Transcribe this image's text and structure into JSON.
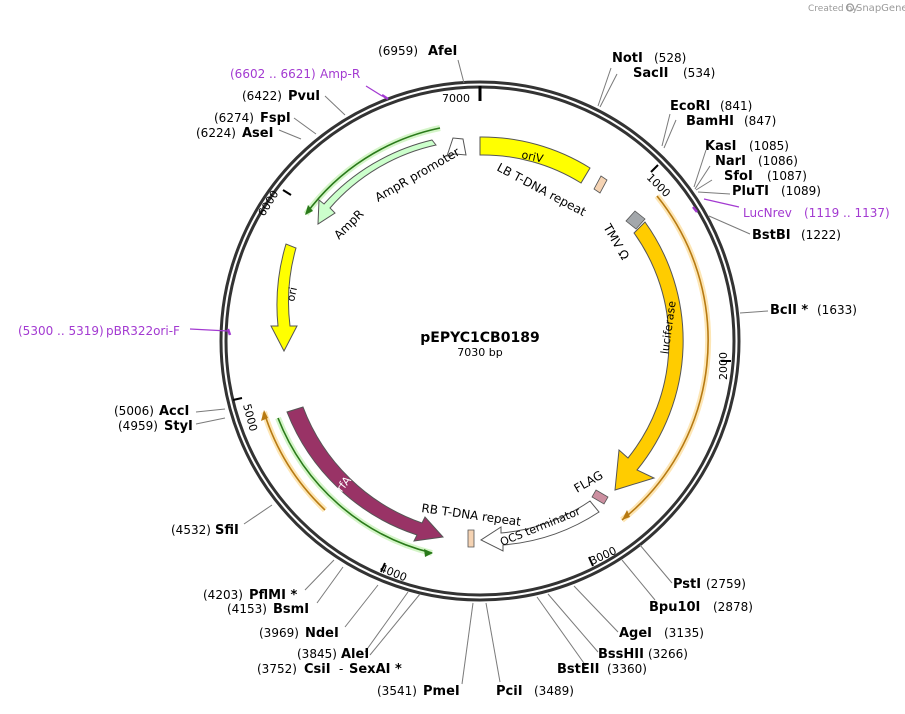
{
  "brand": {
    "created_by": "Created by",
    "logo_text": "SnapGene"
  },
  "plasmid": {
    "name": "pEPYC1CB0189",
    "length_label": "7030 bp",
    "length": 7030
  },
  "tick_labels": [
    "1000",
    "2000",
    "3000",
    "4000",
    "5000",
    "6000",
    "7000"
  ],
  "features": [
    {
      "label": "oriV",
      "color": "#ffff00",
      "style": "inside"
    },
    {
      "label": "LB T-DNA repeat",
      "color": "#f5d3b3",
      "style": "outside"
    },
    {
      "label": "TMV Ω",
      "color": "#a3a7ab",
      "style": "outside"
    },
    {
      "label": "luciferase",
      "color": "#ffcc00",
      "style": "inside"
    },
    {
      "label": "FLAG",
      "color": "#cc8fa0",
      "style": "outside"
    },
    {
      "label": "OCS terminator",
      "color": "#ffffff",
      "style": "inside"
    },
    {
      "label": "RB T-DNA repeat",
      "color": "#f5d3b3",
      "style": "outside"
    },
    {
      "label": "trfA",
      "color": "#993366",
      "style": "inside-white"
    },
    {
      "label": "ori",
      "color": "#ffff00",
      "style": "inside"
    },
    {
      "label": "AmpR",
      "color": "#ccffcc",
      "style": "outside"
    },
    {
      "label": "AmpR promoter",
      "color": "#ffffff",
      "style": "outside"
    }
  ],
  "enzyme_sites": [
    {
      "name": "AfeI",
      "pos": "(6959)"
    },
    {
      "name": "NotI",
      "pos": "(528)"
    },
    {
      "name": "SacII",
      "pos": "(534)"
    },
    {
      "name": "EcoRI",
      "pos": "(841)"
    },
    {
      "name": "BamHI",
      "pos": "(847)"
    },
    {
      "name": "KasI",
      "pos": "(1085)"
    },
    {
      "name": "NarI",
      "pos": "(1086)"
    },
    {
      "name": "SfoI",
      "pos": "(1087)"
    },
    {
      "name": "PluTI",
      "pos": "(1089)"
    },
    {
      "name": "BstBI",
      "pos": "(1222)"
    },
    {
      "name": "BclI *",
      "pos": "(1633)"
    },
    {
      "name": "PstI",
      "pos": "(2759)"
    },
    {
      "name": "Bpu10I",
      "pos": "(2878)"
    },
    {
      "name": "AgeI",
      "pos": "(3135)"
    },
    {
      "name": "BssHII",
      "pos": "(3266)"
    },
    {
      "name": "BstEII",
      "pos": "(3360)"
    },
    {
      "name": "PciI",
      "pos": "(3489)"
    },
    {
      "name": "PmeI",
      "pos": "(3541)"
    },
    {
      "name": "SexAI *",
      "pos": ""
    },
    {
      "name": "CsiI",
      "pos": "(3752)"
    },
    {
      "name": "AleI",
      "pos": "(3845)"
    },
    {
      "name": "NdeI",
      "pos": "(3969)"
    },
    {
      "name": "BsmI",
      "pos": "(4153)"
    },
    {
      "name": "PflMI *",
      "pos": "(4203)"
    },
    {
      "name": "SfiI",
      "pos": "(4532)"
    },
    {
      "name": "StyI",
      "pos": "(4959)"
    },
    {
      "name": "AccI",
      "pos": "(5006)"
    },
    {
      "name": "AseI",
      "pos": "(6224)"
    },
    {
      "name": "FspI",
      "pos": "(6274)"
    },
    {
      "name": "PvuI",
      "pos": "(6422)"
    }
  ],
  "separator": "-",
  "primers": [
    {
      "range": "(6602 .. 6621)",
      "name": "Amp-R"
    },
    {
      "name": "LucNrev",
      "range": "(1119 .. 1137)"
    },
    {
      "range": "(5300 .. 5319)",
      "name": "pBR322ori-F"
    }
  ],
  "colors": {
    "primer": "#a33ad1",
    "backbone": "#333333"
  }
}
